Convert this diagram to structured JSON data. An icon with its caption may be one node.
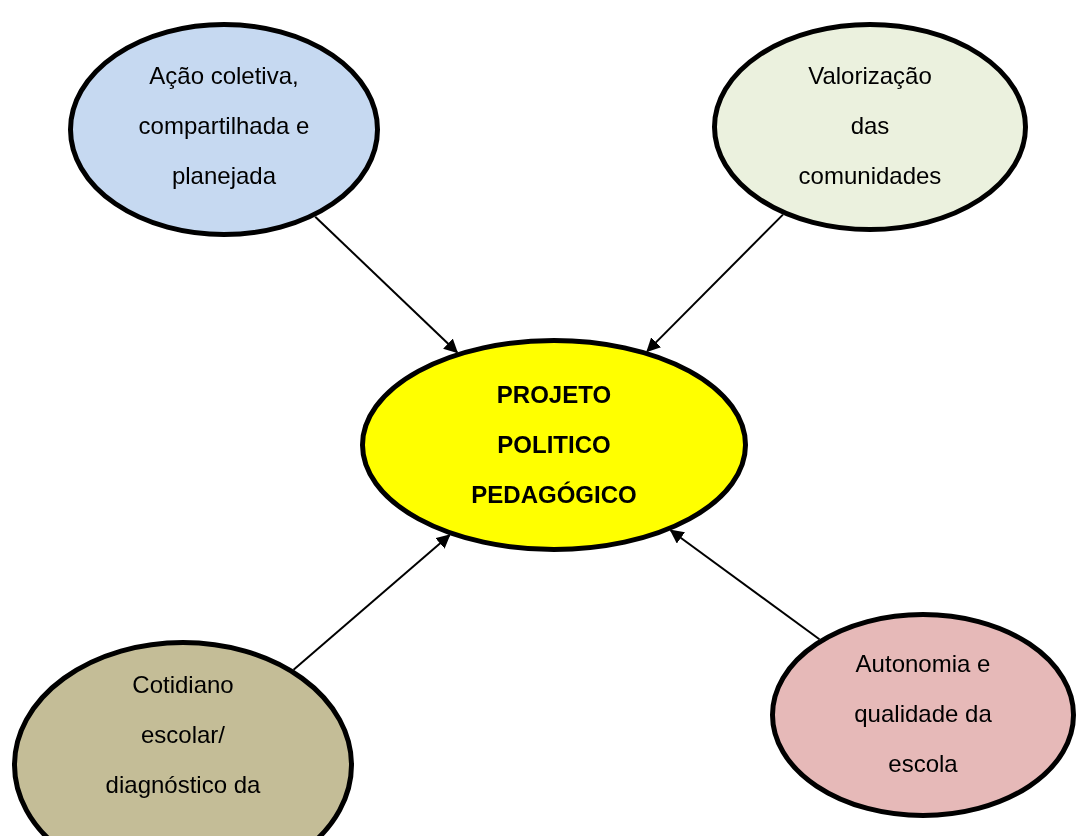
{
  "diagram": {
    "nodes": [
      {
        "text": [
          "Ação coletiva, compartilhada e planejada"
        ]
      },
      {
        "text": [
          "Valorização das comunidades"
        ]
      },
      {
        "text": [
          "PROJETO POLITICO PEDAGÓGICO"
        ]
      },
      {
        "text": [
          "Cotidiano escolar/ diagnóstico da"
        ]
      },
      {
        "text": [
          "Autonomia e qualidade da escola"
        ]
      }
    ],
    "edges": [
      {
        "from": 0,
        "to": 2,
        "arrow": "to"
      },
      {
        "from": 1,
        "to": 2,
        "arrow": "to"
      },
      {
        "from": 3,
        "to": 2,
        "arrow": "to"
      },
      {
        "from": 4,
        "to": 2,
        "arrow": "to"
      }
    ]
  }
}
